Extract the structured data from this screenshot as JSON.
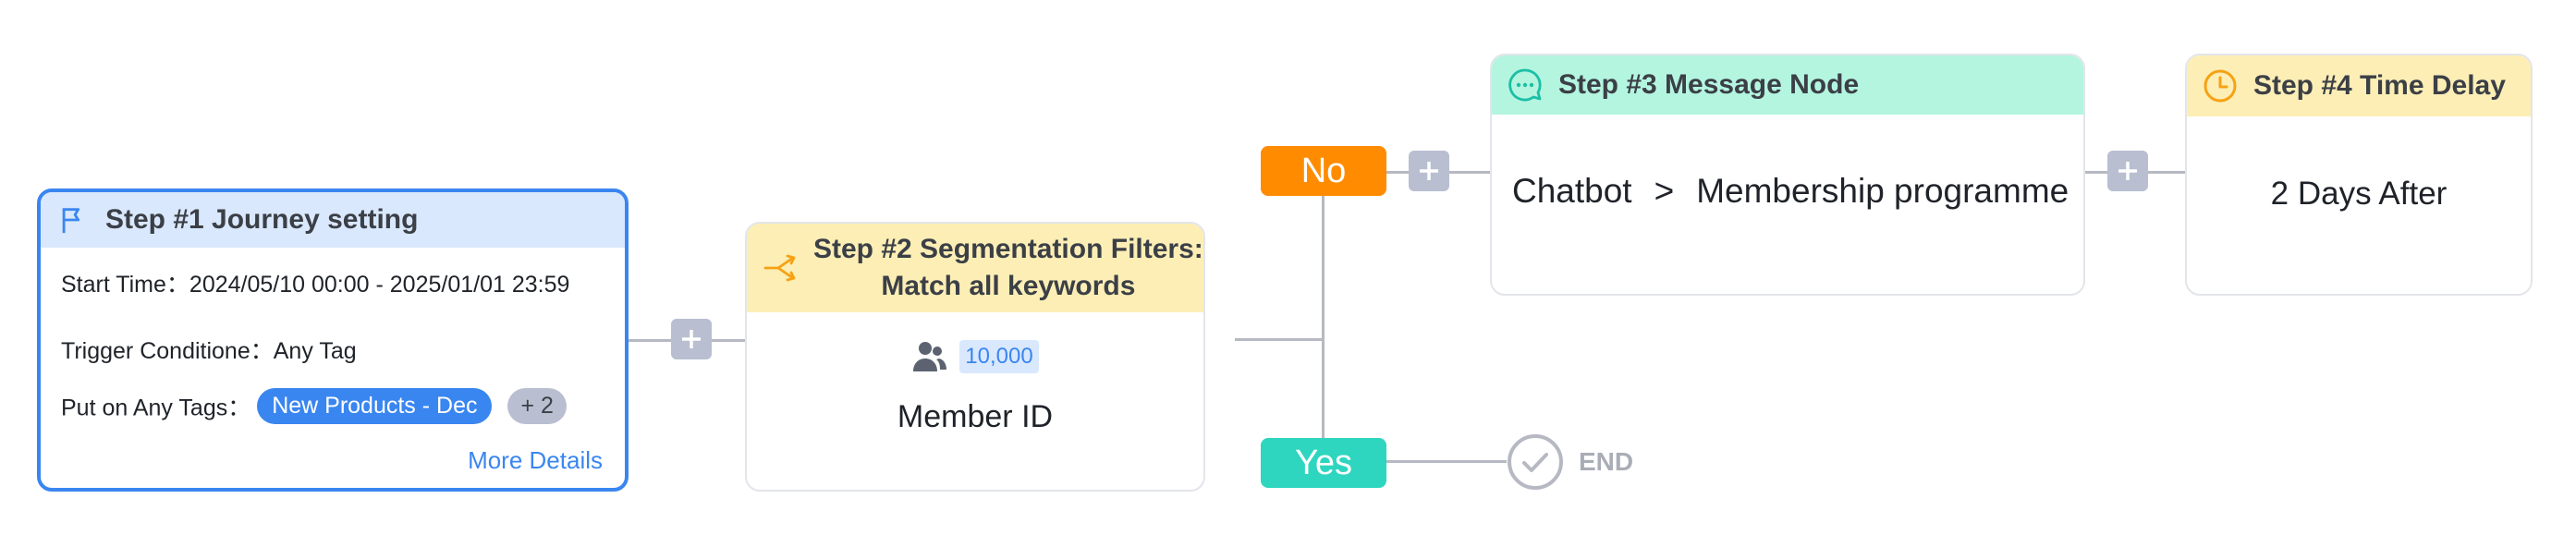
{
  "step1": {
    "title": "Step #1 Journey setting",
    "start_time_label": "Start Time：",
    "start_time_value": "2024/05/10 00:00 - 2025/01/01 23:59",
    "trigger_label": "Trigger Conditione：",
    "trigger_value": "Any Tag",
    "tags_label": "Put on Any Tags：",
    "tag": "New Products - Dec",
    "extra_tags": "+ 2",
    "more_details": "More Details"
  },
  "step2": {
    "title_line1": "Step #2 Segmentation Filters:",
    "title_line2": "Match all keywords",
    "count": "10,000",
    "field": "Member ID"
  },
  "branches": {
    "no": "No",
    "yes": "Yes",
    "end": "END"
  },
  "step3": {
    "title": "Step #3 Message Node",
    "source": "Chatbot",
    "separator": ">",
    "target": "Membership programme"
  },
  "step4": {
    "title": "Step #4 Time Delay",
    "delay": "2 Days After"
  },
  "colors": {
    "primary": "#3a86f0",
    "no_branch": "#ff8c00",
    "yes_branch": "#2ed6c0",
    "connector": "#b6b9c2"
  }
}
